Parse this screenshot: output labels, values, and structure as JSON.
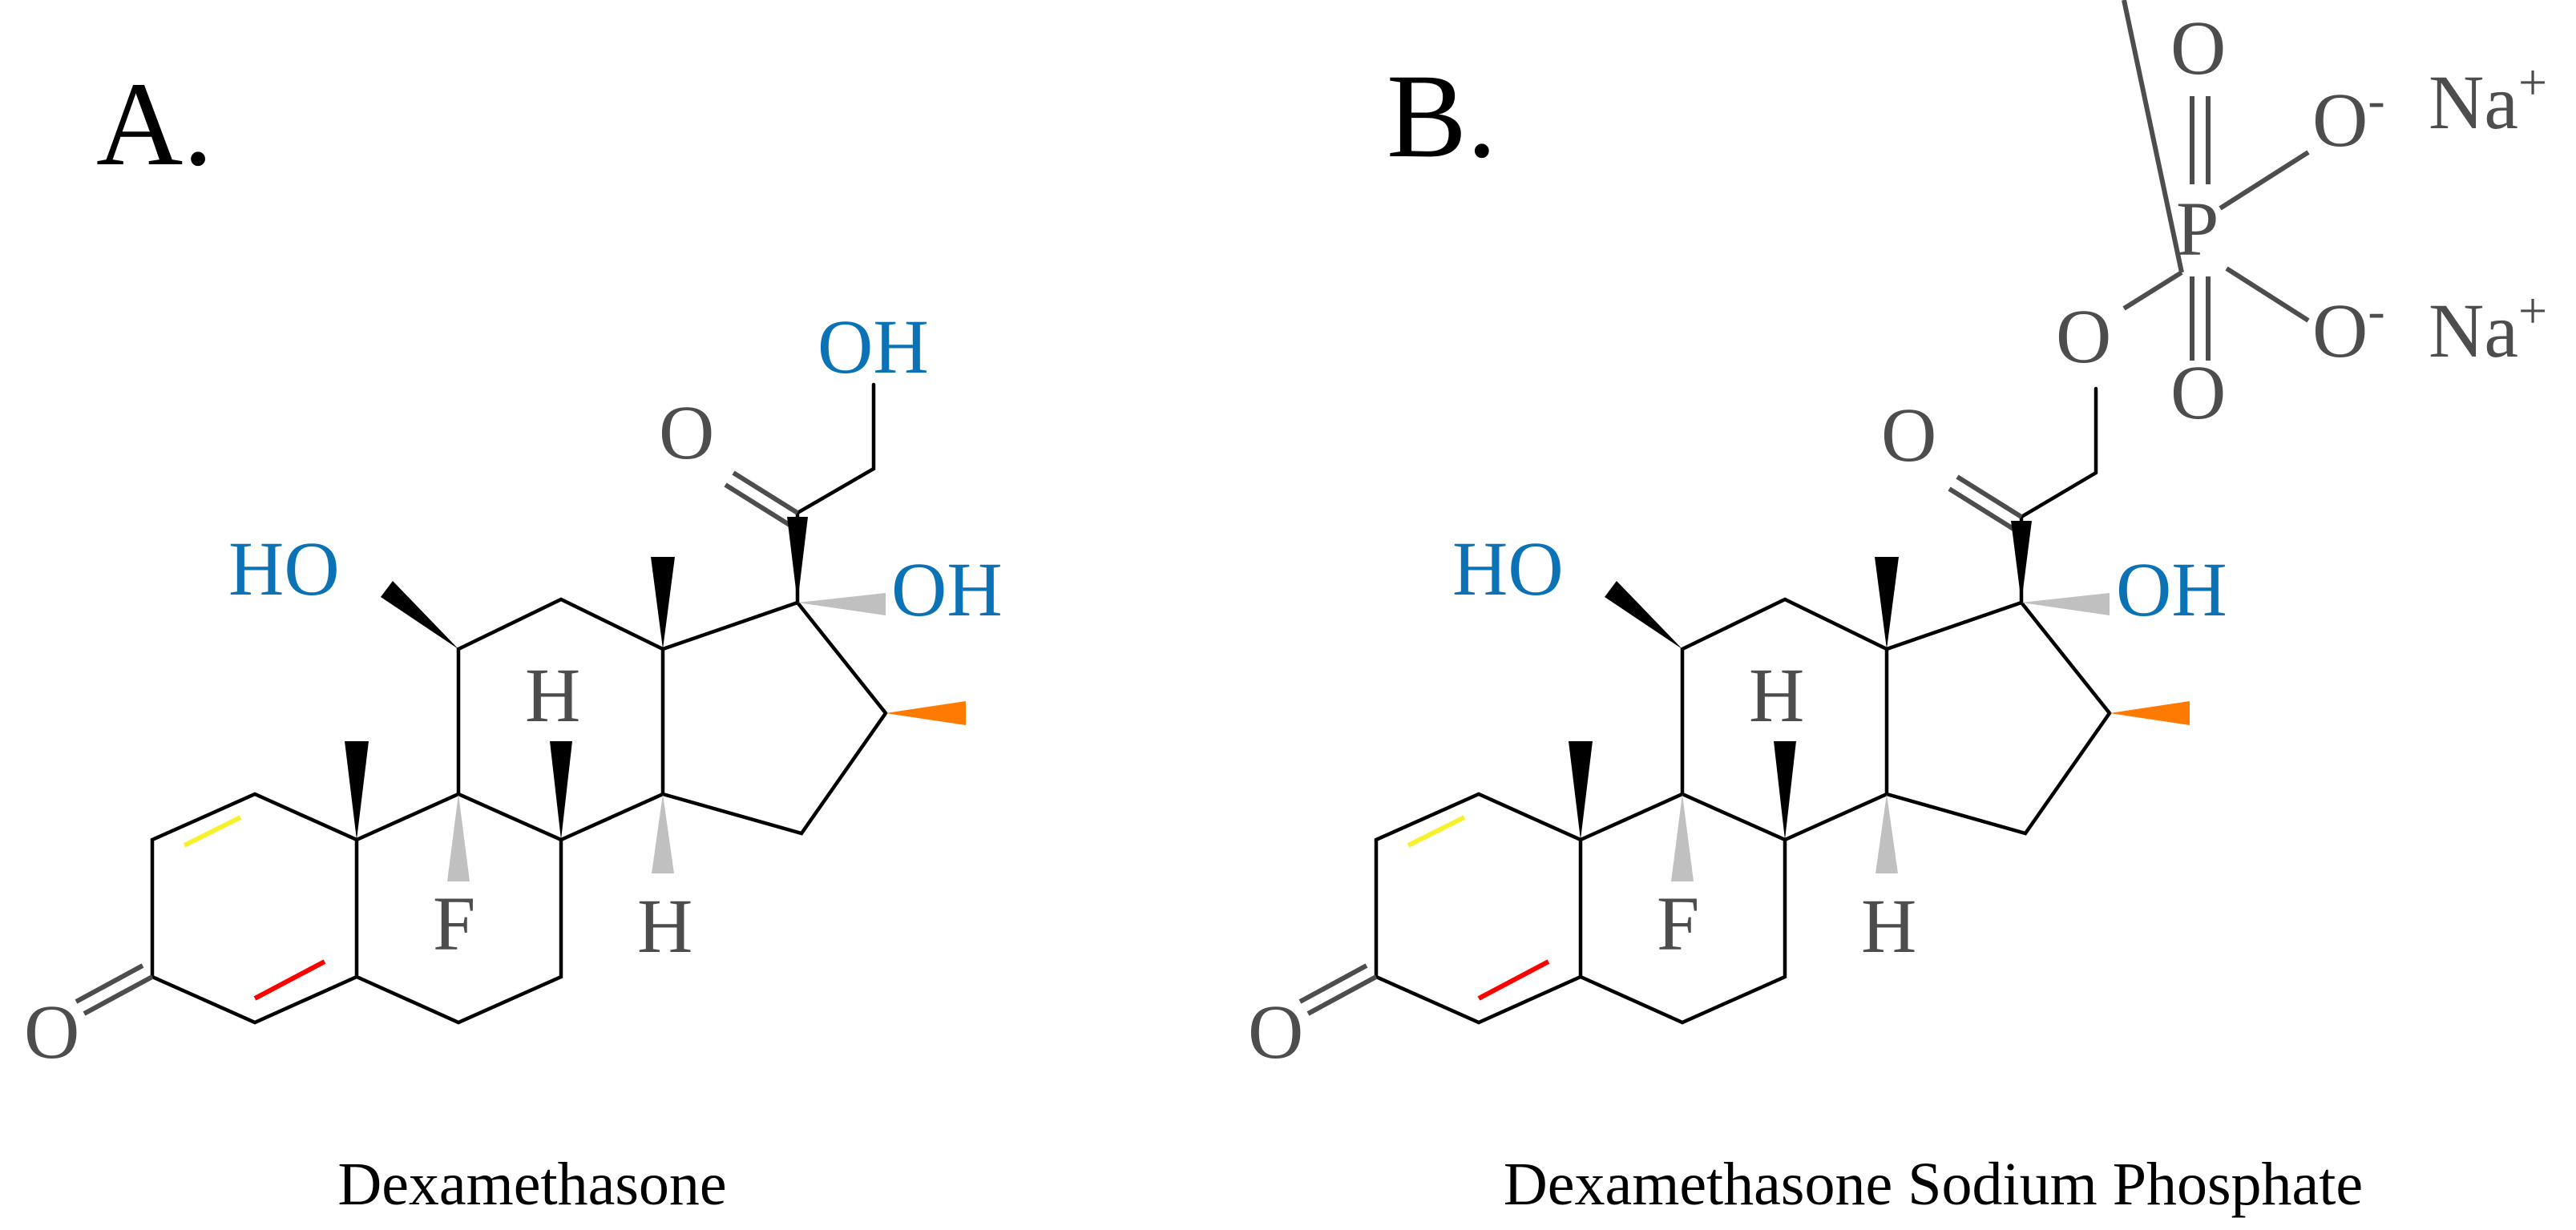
{
  "panels": [
    {
      "letter": "A.",
      "caption": "Dexamethasone",
      "atoms": {
        "ketone_o": "O",
        "ho_11": "HO",
        "h_9": "H",
        "f_9": "F",
        "h_14": "H",
        "o_20": "O",
        "oh_21": "OH",
        "oh_17": "OH"
      }
    },
    {
      "letter": "B.",
      "caption": "Dexamethasone Sodium Phosphate",
      "atoms": {
        "ketone_o": "O",
        "ho_11": "HO",
        "h_9": "H",
        "f_9": "F",
        "h_14": "H",
        "o_20": "O",
        "o_21": "O",
        "oh_17": "OH",
        "p": "P",
        "o_top": "O",
        "o_bottom": "O",
        "o_minus_1": "O",
        "o_minus_2": "O",
        "minus": "-",
        "na": "Na",
        "plus": "+"
      }
    }
  ],
  "colors": {
    "hydroxyl": "#0b72b5",
    "heteroatom": "#4d4d4d",
    "delta1_bond": "#f6f12e",
    "delta4_bond": "#ff0000",
    "methyl16_wedge": "#ff7a00",
    "hash_wedge": "#c0c0c0"
  }
}
